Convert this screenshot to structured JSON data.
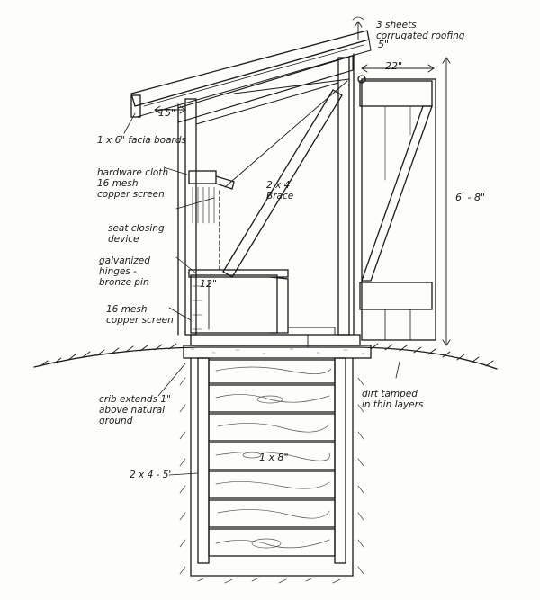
{
  "labels": {
    "corrugated_roofing": "3 sheets\ncorrugated roofing",
    "rise": "5\"",
    "depth": "22\"",
    "overhang": "15\"",
    "facia_boards": "1 x 6\" facia boards",
    "hardware_cloth": "hardware cloth\n16 mesh\ncopper screen",
    "brace": "2 x 4\nBrace",
    "seat_closing": "seat closing\ndevice",
    "hinges": "galvanized\nhinges -\nbronze pin",
    "seat_height": "12\"",
    "copper_screen": "16 mesh\ncopper screen",
    "height": "6' - 8\"",
    "crib": "crib extends 1\"\nabove natural\nground",
    "dirt": "dirt tamped\nin thin layers",
    "crib_board": "1 x 8\"",
    "pit_depth": "2 x 4 - 5'"
  },
  "colors": {
    "ink": "#1a1a1a",
    "paper": "#fdfdfb"
  }
}
